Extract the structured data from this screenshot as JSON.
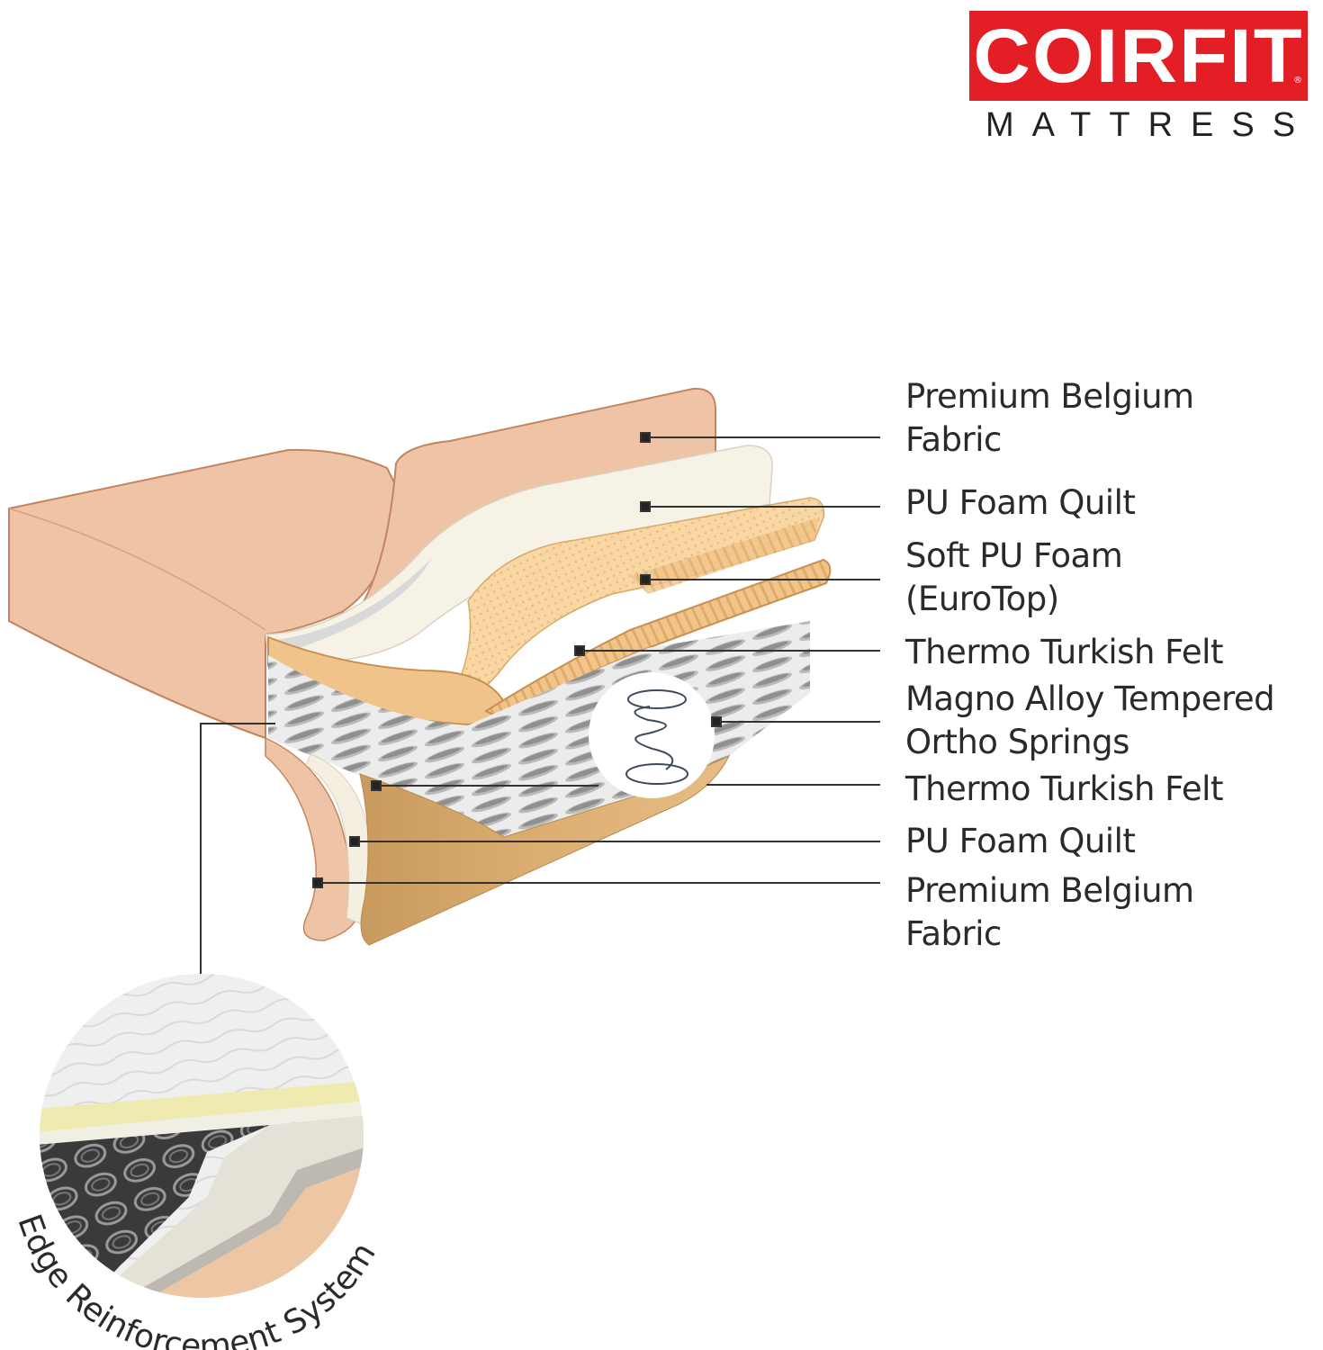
{
  "brand": {
    "name": "COIRFIT",
    "registered": "®",
    "subtitle": "MATTRESS",
    "color": "#e31e24"
  },
  "layers": [
    {
      "id": "top-fabric",
      "label": "Premium Belgium\nFabric",
      "color": "#f0c6a8"
    },
    {
      "id": "top-quilt",
      "label": "PU Foam Quilt",
      "color": "#f7f1e3"
    },
    {
      "id": "eurotop",
      "label": "Soft PU Foam\n(EuroTop)",
      "color": "#f6cf95"
    },
    {
      "id": "top-felt",
      "label": "Thermo Turkish Felt",
      "color": "#e0b372"
    },
    {
      "id": "springs",
      "label": "Magno Alloy Tempered\nOrtho Springs",
      "color": "#d8d8d8"
    },
    {
      "id": "bottom-felt",
      "label": "Thermo Turkish Felt",
      "color": "#d6a769"
    },
    {
      "id": "bottom-quilt",
      "label": "PU Foam Quilt",
      "color": "#f5efe2"
    },
    {
      "id": "bottom-fabric",
      "label": "Premium Belgium\nFabric",
      "color": "#efc4a6"
    }
  ],
  "edge_system": {
    "label": "Edge Reinforcement System"
  }
}
